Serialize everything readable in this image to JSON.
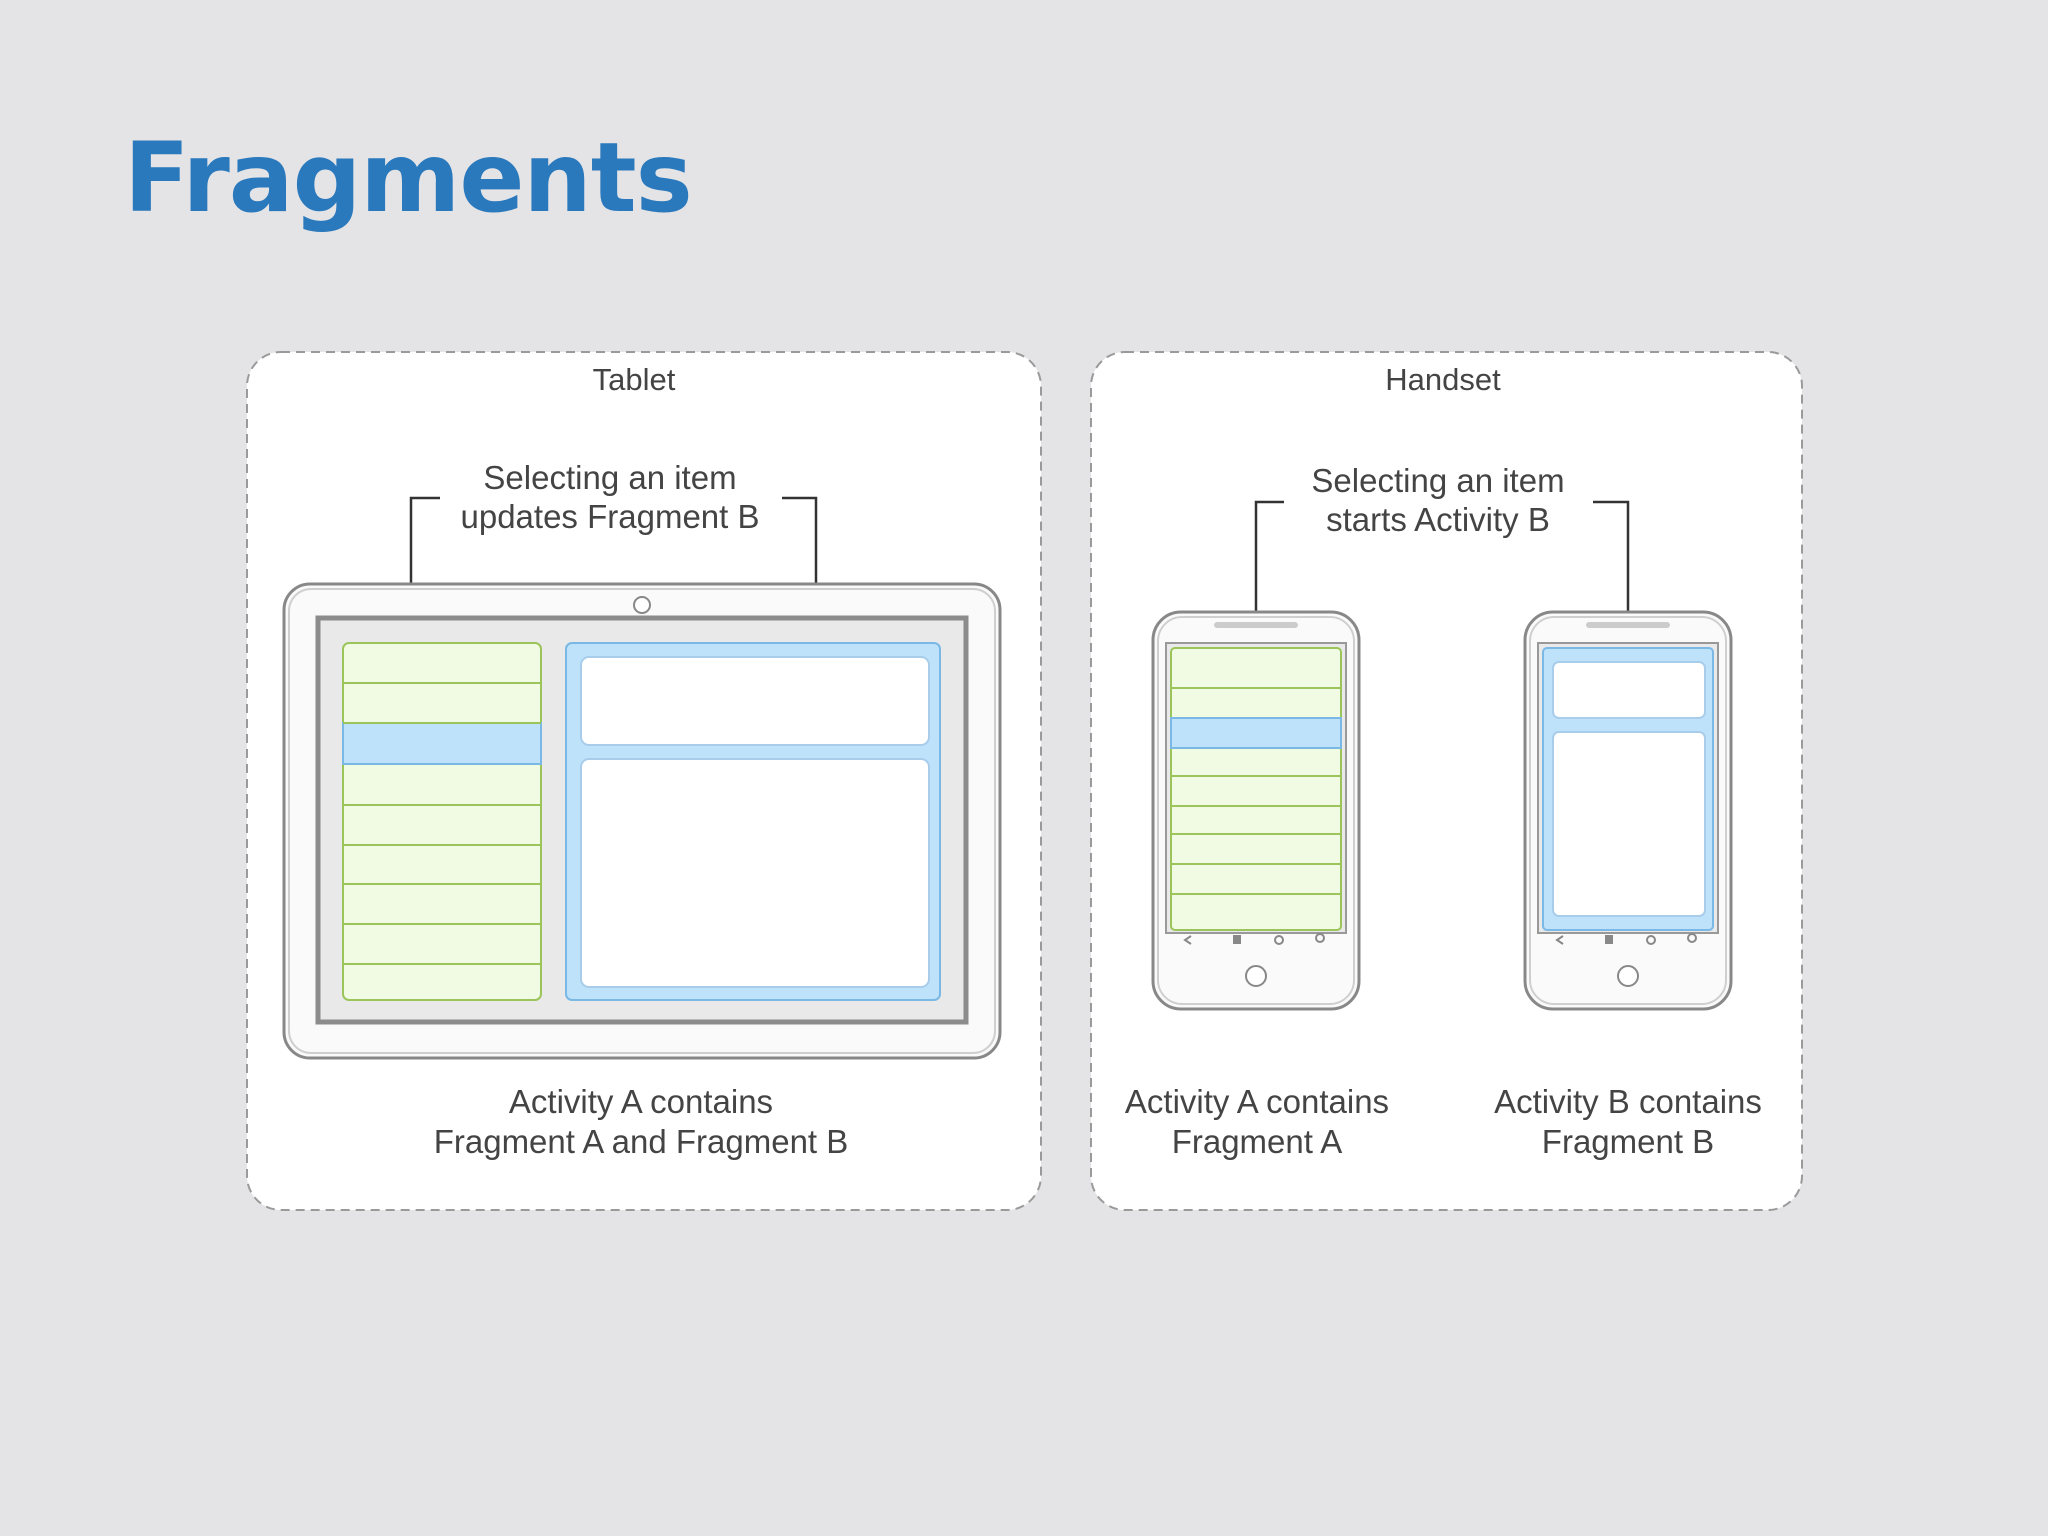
{
  "slide": {
    "title": "Fragments"
  },
  "tablet_panel": {
    "title": "Tablet",
    "callout_line1": "Selecting an item",
    "callout_line2": "updates Fragment B",
    "caption_line1": "Activity A contains",
    "caption_line2": "Fragment A and Fragment B"
  },
  "handset_panel": {
    "title": "Handset",
    "callout_line1": "Selecting an item",
    "callout_line2": "starts Activity B",
    "caption_a_line1": "Activity A contains",
    "caption_a_line2": "Fragment A",
    "caption_b_line1": "Activity B contains",
    "caption_b_line2": "Fragment B"
  },
  "colors": {
    "title": "#2b79bd",
    "slide_background": "#e4e4e6",
    "list_fragment_fill": "#f1fbe4",
    "list_fragment_border": "#9bc55a",
    "selected_item": "#bfe2fb",
    "detail_fragment": "#bfe2fb",
    "detail_border": "#7ab8e6",
    "device_frame": "#8c8c8c"
  },
  "icons": [
    "back-icon",
    "menu-icon",
    "home-icon",
    "search-icon",
    "camera-icon"
  ]
}
